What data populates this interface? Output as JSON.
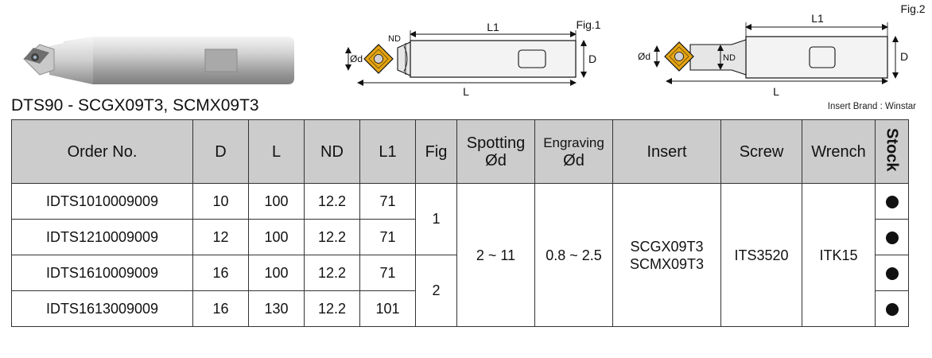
{
  "product": {
    "title": "DTS90 - SCGX09T3, SCMX09T3",
    "insert_brand": "Insert Brand : Winstar"
  },
  "figure1": {
    "caption": "Fig.1",
    "labels": {
      "L1": "L1",
      "ND": "ND",
      "d": "Ød",
      "D": "D",
      "L": "L"
    }
  },
  "figure2": {
    "caption": "Fig.2",
    "labels": {
      "L1": "L1",
      "ND": "ND",
      "d": "Ød",
      "D": "D",
      "L": "L"
    }
  },
  "table": {
    "headers": {
      "order_no": "Order No.",
      "D": "D",
      "L": "L",
      "ND": "ND",
      "L1": "L1",
      "fig": "Fig",
      "spotting_line1": "Spotting",
      "spotting_line2": "Ød",
      "engraving_line1": "Engraving",
      "engraving_line2": "Ød",
      "insert": "Insert",
      "screw": "Screw",
      "wrench": "Wrench",
      "stock": "Stock"
    },
    "rows": [
      {
        "order_no": "IDTS1010009009",
        "D": "10",
        "L": "100",
        "ND": "12.2",
        "L1": "71"
      },
      {
        "order_no": "IDTS1210009009",
        "D": "12",
        "L": "100",
        "ND": "12.2",
        "L1": "71"
      },
      {
        "order_no": "IDTS1610009009",
        "D": "16",
        "L": "100",
        "ND": "12.2",
        "L1": "71"
      },
      {
        "order_no": "IDTS1613009009",
        "D": "16",
        "L": "130",
        "ND": "12.2",
        "L1": "101"
      }
    ],
    "fig_groups": [
      "1",
      "2"
    ],
    "spotting": "2 ~ 11",
    "engraving": "0.8 ~ 2.5",
    "insert_line1": "SCGX09T3",
    "insert_line2": "SCMX09T3",
    "screw": "ITS3520",
    "wrench": "ITK15",
    "stock_icon": "filled-circle-icon"
  }
}
